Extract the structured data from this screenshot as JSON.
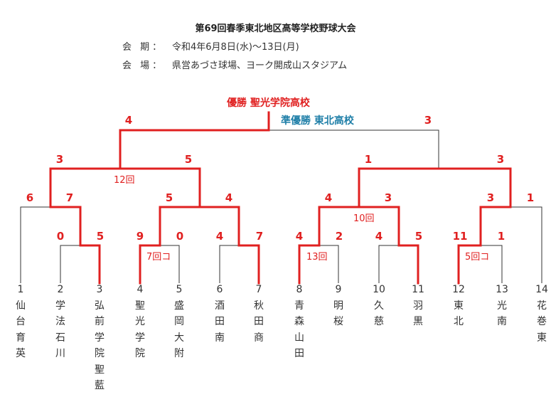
{
  "title": "第69回春季東北地区高等学校野球大会",
  "period_label": "会 期：",
  "period_value": "令和4年6月8日(水)〜13日(月)",
  "venue_label": "会 場：",
  "venue_value": "県営あづさ球場、ヨーク開成山スタジアム",
  "winner_text": "優勝  聖光学院高校",
  "runner_text": "準優勝  東北高校",
  "teams": [
    {
      "num": "1",
      "chars": [
        "仙",
        "台",
        "育",
        "英"
      ]
    },
    {
      "num": "2",
      "chars": [
        "学",
        "法",
        "石",
        "川"
      ]
    },
    {
      "num": "3",
      "chars": [
        "弘",
        "前",
        "学",
        "院",
        "聖",
        "藍"
      ]
    },
    {
      "num": "4",
      "chars": [
        "聖",
        "光",
        "学",
        "院"
      ]
    },
    {
      "num": "5",
      "chars": [
        "盛",
        "岡",
        "大",
        "附"
      ]
    },
    {
      "num": "6",
      "chars": [
        "酒",
        "田",
        "南"
      ]
    },
    {
      "num": "7",
      "chars": [
        "秋",
        "田",
        "商"
      ]
    },
    {
      "num": "8",
      "chars": [
        "青",
        "森",
        "山",
        "田"
      ]
    },
    {
      "num": "9",
      "chars": [
        "明",
        "桜"
      ]
    },
    {
      "num": "10",
      "chars": [
        "久",
        "慈"
      ]
    },
    {
      "num": "11",
      "chars": [
        "羽",
        "黒"
      ]
    },
    {
      "num": "12",
      "chars": [
        "東",
        "北"
      ]
    },
    {
      "num": "13",
      "chars": [
        "光",
        "南"
      ]
    },
    {
      "num": "14",
      "chars": [
        "花",
        "巻",
        "東"
      ]
    }
  ],
  "scores": {
    "f_l": "4",
    "f_r": "3",
    "sf1_l": "3",
    "sf1_r": "5",
    "sf2_l": "1",
    "sf2_r": "3",
    "qf1_l": "6",
    "qf1_r": "7",
    "qf2_l": "5",
    "qf2_r": "4",
    "qf3_l": "4",
    "qf3_r": "3",
    "qf4_l": "3",
    "qf4_r": "1",
    "r1a_l": "0",
    "r1a_r": "5",
    "r1b_l": "9",
    "r1b_r": "0",
    "r1c_l": "4",
    "r1c_r": "7",
    "r1d_l": "4",
    "r1d_r": "2",
    "r1e_l": "4",
    "r1e_r": "5",
    "r1f_l": "11",
    "r1f_r": "1"
  },
  "innings": {
    "sf1": "12回",
    "qf3": "10回",
    "r1b": "7回コ",
    "r1d": "13回",
    "r1f": "5回コ"
  },
  "colors": {
    "win": "#e02020",
    "lose": "#333333",
    "runner": "#1f7fa8"
  }
}
